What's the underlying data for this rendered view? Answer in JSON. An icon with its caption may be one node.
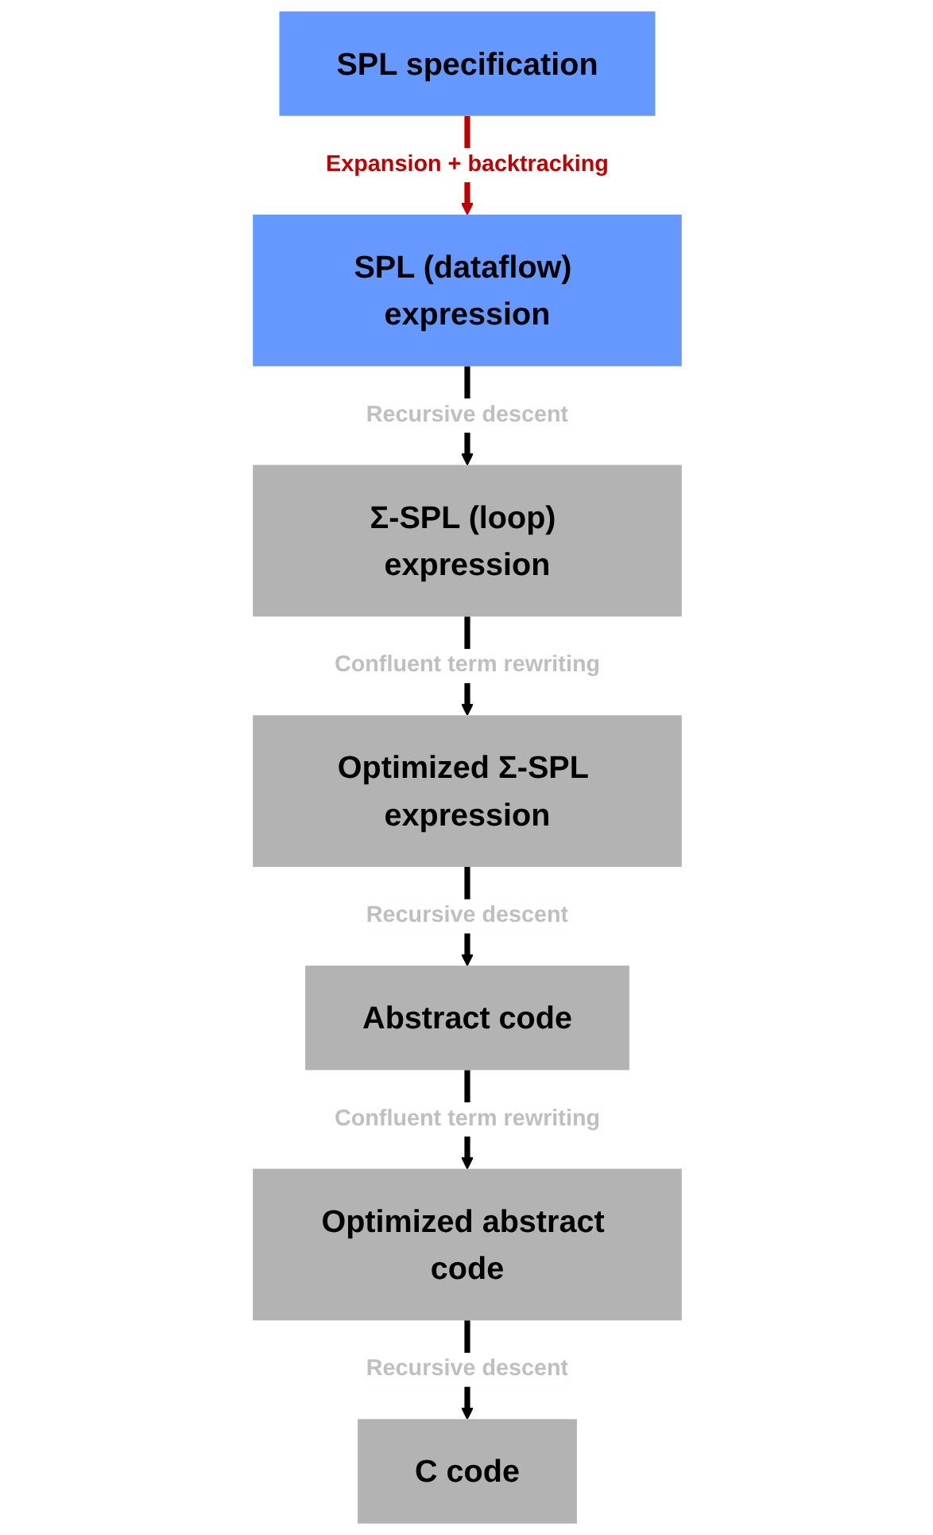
{
  "diagram": {
    "nodes": [
      {
        "text": [
          "SPL specification"
        ]
      },
      {
        "text": [
          "SPL (dataflow) expression"
        ]
      },
      {
        "text": [
          "Σ-SPL (loop) expression"
        ]
      },
      {
        "text": [
          "Optimized Σ-SPL expression"
        ]
      },
      {
        "text": [
          "Abstract code"
        ]
      },
      {
        "text": [
          "Optimized abstract code"
        ]
      },
      {
        "text": [
          "C code"
        ]
      }
    ],
    "edges": [
      {
        "from": 0,
        "to": 1,
        "arrow": "to",
        "label": "Expansion + backtracking",
        "color": "#c00000"
      },
      {
        "from": 1,
        "to": 2,
        "arrow": "to",
        "label": "Recursive descent"
      },
      {
        "from": 2,
        "to": 3,
        "arrow": "to",
        "label": "Confluent term rewriting"
      },
      {
        "from": 3,
        "to": 4,
        "arrow": "to",
        "label": "Recursive descent"
      },
      {
        "from": 4,
        "to": 5,
        "arrow": "to",
        "label": "Confluent term rewriting"
      },
      {
        "from": 5,
        "to": 6,
        "arrow": "to",
        "label": "Recursive descent"
      }
    ]
  }
}
